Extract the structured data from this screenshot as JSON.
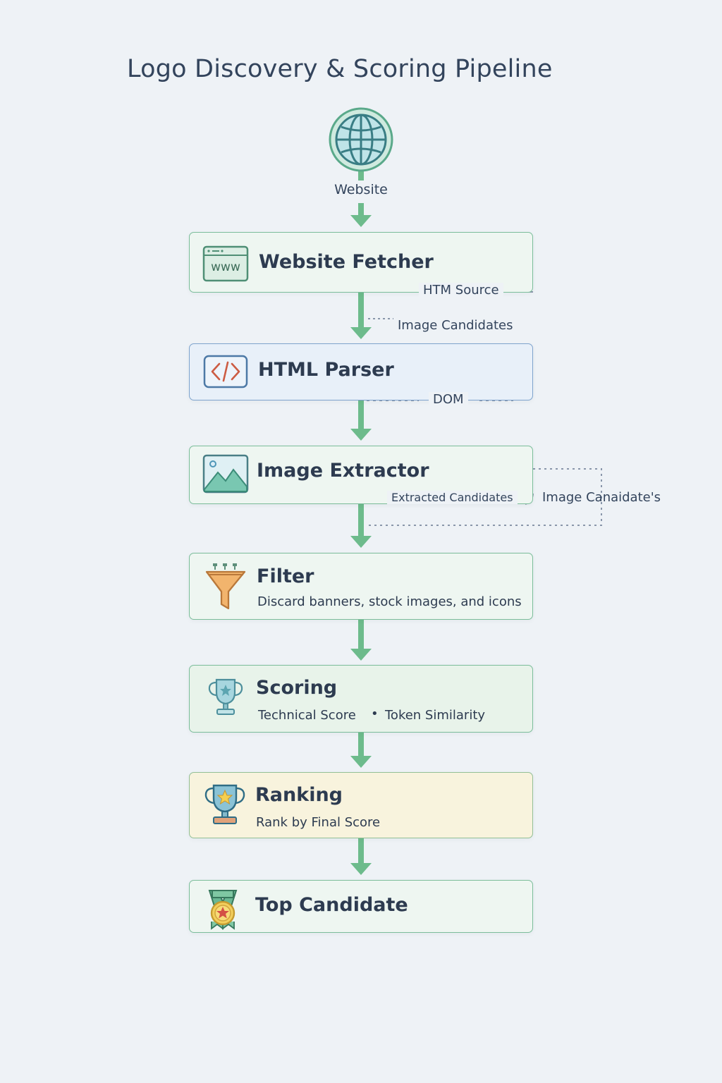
{
  "title": "Logo Discovery & Scoring Pipeline",
  "source_node": {
    "label": "Website",
    "icon": "globe-icon"
  },
  "steps": [
    {
      "title": "Website Fetcher",
      "icon": "www-icon"
    },
    {
      "title": "HTML Parser",
      "icon": "code-icon"
    },
    {
      "title": "Image Extractor",
      "icon": "image-icon"
    },
    {
      "title": "Filter",
      "subtitle": "Discard banners, stock images, and icons",
      "icon": "funnel-icon"
    },
    {
      "title": "Scoring",
      "subtitle_left": "Technical Score",
      "separator": "•",
      "subtitle_right": "Token Similarity",
      "icon": "trophy-icon"
    },
    {
      "title": "Ranking",
      "subtitle": "Rank by Final Score",
      "icon": "gold-trophy-icon"
    },
    {
      "title": "Top Candidate",
      "icon": "medal-icon"
    }
  ],
  "edge_labels": {
    "html_source": "HTM Source",
    "image_candidates_1": "Image Candidates",
    "dom": "DOM",
    "extracted_candidates": "Extracted Candidates",
    "image_candidates_2": "Image Canaidate's"
  },
  "colors": {
    "background": "#eef2f6",
    "arrow": "#6dbb8c",
    "card_border": "#7bbd9a",
    "parser_border": "#7ea3cd",
    "ranking_fill": "#f8f3dd",
    "title_text": "#33445c"
  }
}
